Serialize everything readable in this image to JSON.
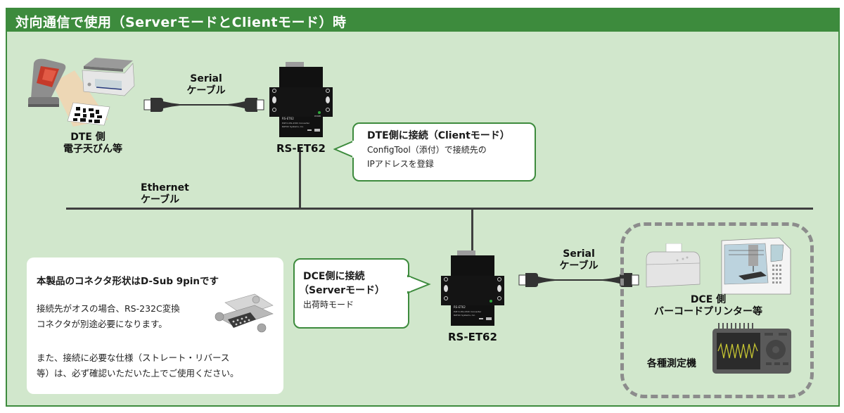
{
  "title": "対向通信で使用（ServerモードとClientモード）時",
  "colors": {
    "accent": "#3d8b3d",
    "background": "#d1e7cc",
    "line": "#3f3f3f",
    "dashed_border": "#8c8c8c"
  },
  "top_section": {
    "dte_device": {
      "line1": "DTE 側",
      "line2": "電子天びん等",
      "icons": [
        "barcode-scanner-icon",
        "electronic-scale-icon"
      ]
    },
    "serial_cable": {
      "line1": "Serial",
      "line2": "ケーブル"
    },
    "converter": {
      "model": "RS-ET62",
      "face_text": [
        "RS-ET62",
        "PoE to RS-232C Converter",
        "RATOC Systems, Inc."
      ],
      "power_label": "POWER"
    },
    "bubble": {
      "title": "DTE側に接続（Clientモード）",
      "line1": "ConfigTool（添付）で接続先の",
      "line2": "IPアドレスを登録"
    }
  },
  "ethernet_cable": {
    "line1": "Ethernet",
    "line2": "ケーブル"
  },
  "bottom_section": {
    "note": {
      "title": "本製品のコネクタ形状はD-Sub 9pinです",
      "para1_line1": "接続先がオスの場合、RS-232C変換",
      "para1_line2": "コネクタが別途必要になります。",
      "para2_line1": "また、接続に必要な仕様（ストレート・リバース",
      "para2_line2": "等）は、必ず確認いただいた上でご使用ください。"
    },
    "bubble": {
      "title_line1": "DCE側に接続",
      "title_line2": "（Serverモード）",
      "body": "出荷時モード"
    },
    "converter": {
      "model": "RS-ET62"
    },
    "serial_cable": {
      "line1": "Serial",
      "line2": "ケーブル"
    },
    "dce_device": {
      "line1": "DCE 側",
      "line2": "バーコードプリンター等",
      "icons": [
        "receipt-printer-icon",
        "cnc-machine-icon"
      ]
    },
    "instrument": {
      "label": "各種測定機"
    }
  }
}
